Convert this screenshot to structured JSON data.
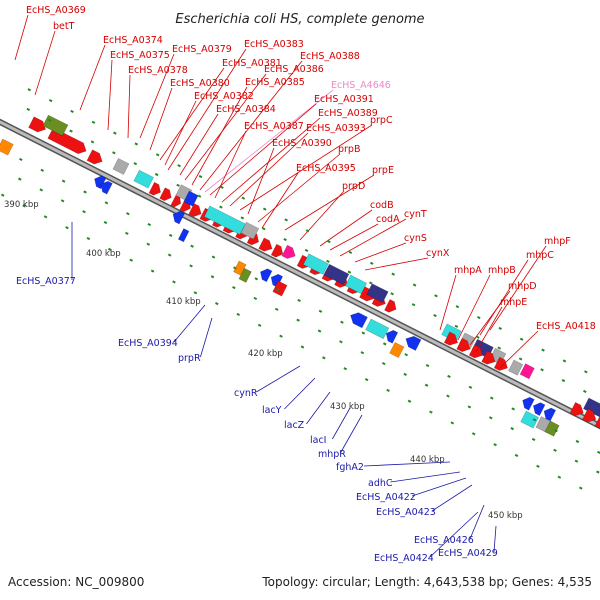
{
  "title": "Escherichia coli HS, complete genome",
  "footer": {
    "accession": "Accession: NC_009800",
    "summary": "Topology: circular; Length: 4,643,538 bp; Genes: 4,535"
  },
  "ticks": [
    "390 kbp",
    "400 kbp",
    "410 kbp",
    "420 kbp",
    "430 kbp",
    "440 kbp",
    "450 kbp"
  ],
  "colors": {
    "forward_gene": "#ee1111",
    "reverse_gene": "#1133ee",
    "cyan": "#33dddd",
    "navy": "#333388",
    "olive": "#6b8e23",
    "orange": "#ff8800",
    "magenta": "#ff1493",
    "gray": "#aaaaaa",
    "backbone": "#888888",
    "dot": "#228b22"
  },
  "labels_top": [
    "EcHS_A0369",
    "betT",
    "EcHS_A0374",
    "EcHS_A0375",
    "EcHS_A0378",
    "EcHS_A0379",
    "EcHS_A0380",
    "EcHS_A0381",
    "EcHS_A0382",
    "EcHS_A0383",
    "EcHS_A0384",
    "EcHS_A0386",
    "EcHS_A0385",
    "EcHS_A0388",
    "EcHS_A4646",
    "EcHS_A0391",
    "EcHS_A0387",
    "EcHS_A0389",
    "EcHS_A0393",
    "prpC",
    "EcHS_A0390",
    "prpB",
    "EcHS_A0395",
    "prpE",
    "prpD",
    "codB",
    "codA",
    "cynT",
    "cynS",
    "cynX",
    "mhpF",
    "mhpC",
    "mhpA",
    "mhpB",
    "mhpD",
    "mhpE",
    "EcHS_A0418"
  ],
  "labels_bottom": [
    "EcHS_A0377",
    "EcHS_A0394",
    "prpR",
    "cynR",
    "lacY",
    "lacZ",
    "lacI",
    "mhpR",
    "fghA2",
    "adhC",
    "EcHS_A0422",
    "EcHS_A0423",
    "EcHS_A0426",
    "EcHS_A0424",
    "EcHS_A0429"
  ]
}
